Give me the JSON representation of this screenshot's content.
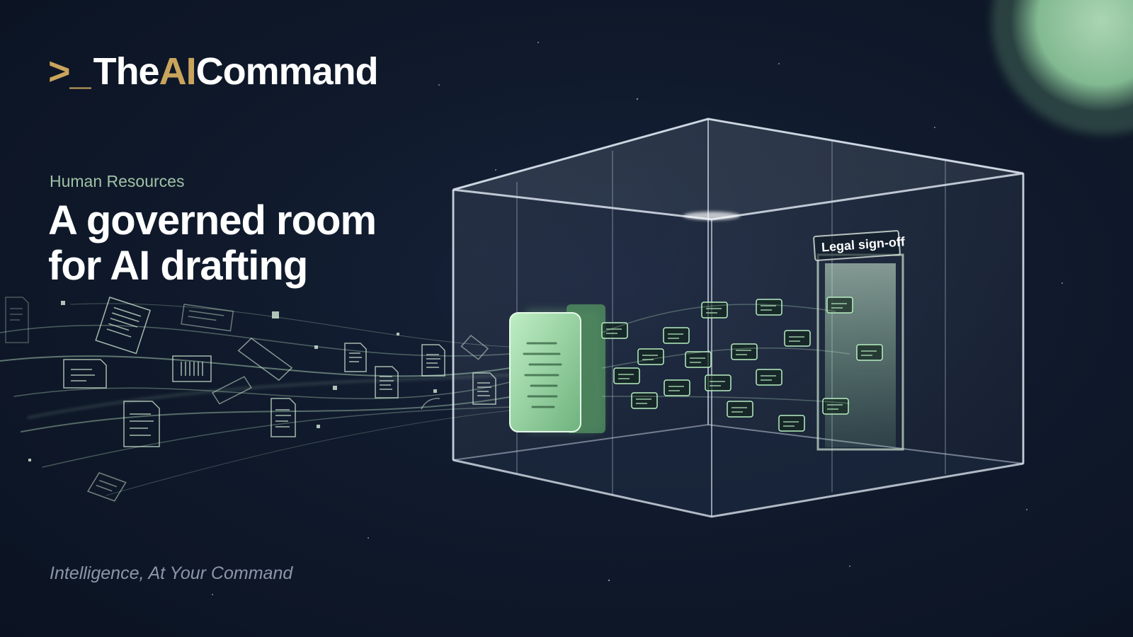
{
  "brand": {
    "prompt": ">_",
    "the": "The",
    "ai": "AI",
    "command": "Command"
  },
  "category": "Human Resources",
  "headline": {
    "line1": "A governed room",
    "line2": "for AI drafting"
  },
  "door_sign": "Legal sign-off",
  "tagline": "Intelligence, At Your Command",
  "colors": {
    "accent_gold": "#c9a45c",
    "accent_green": "#9fe0a8",
    "background": "#101a2c"
  }
}
